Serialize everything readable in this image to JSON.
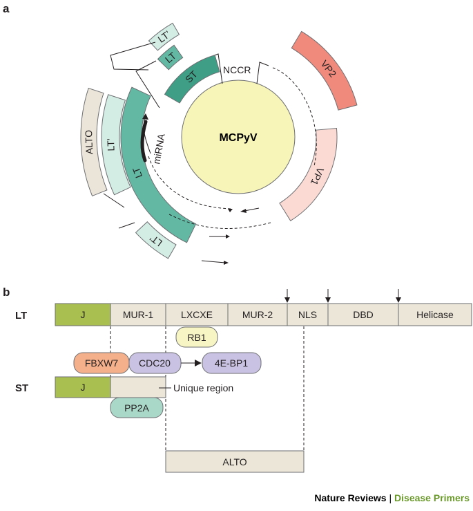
{
  "panels": {
    "a": "a",
    "b": "b"
  },
  "panel_a": {
    "genome_label": "MCPyV",
    "nccr_label": "NCCR",
    "mirna_label": "miRNA",
    "segments": {
      "st": "ST",
      "lt_top1": "LT’",
      "lt_top2": "LT",
      "alto": "ALTO",
      "lt_left": "LT’",
      "lt_main": "LT",
      "lt_bottom": "LT’",
      "vp2": "VP2",
      "vp1": "VP1"
    }
  },
  "panel_b": {
    "lt_row_label": "LT",
    "st_row_label": "ST",
    "lt_domains": [
      "J",
      "MUR-1",
      "LXCXE",
      "MUR-2",
      "NLS",
      "DBD",
      "Helicase"
    ],
    "st_domains": {
      "j": "J",
      "unique": "Unique region"
    },
    "binders": {
      "rb1": "RB1",
      "fbxw7": "FBXW7",
      "cdc20": "CDC20",
      "bp1": "4E-BP1",
      "pp2a": "PP2A"
    },
    "alto_label": "ALTO"
  },
  "footer": {
    "journal": "Nature Reviews",
    "separator": " | ",
    "series": "Disease Primers"
  },
  "colors": {
    "genome_fill": "#f8f5b8",
    "st_fill": "#3f9e86",
    "lt_fill": "#63b8a3",
    "lt_light_fill": "#d3ece4",
    "alto_fill": "#ebe5d9",
    "vp2_fill": "#ef8a7d",
    "vp1_fill": "#fbdad4",
    "domain_fill": "#ebe6d8",
    "j_fill": "#a9bf4f",
    "rb1_fill": "#f7f5c4",
    "fbxw7_fill": "#f4b08b",
    "cdc20_fill": "#c9c2e3",
    "pp2a_fill": "#a9d8c8",
    "series_color": "#6a9a2a"
  }
}
